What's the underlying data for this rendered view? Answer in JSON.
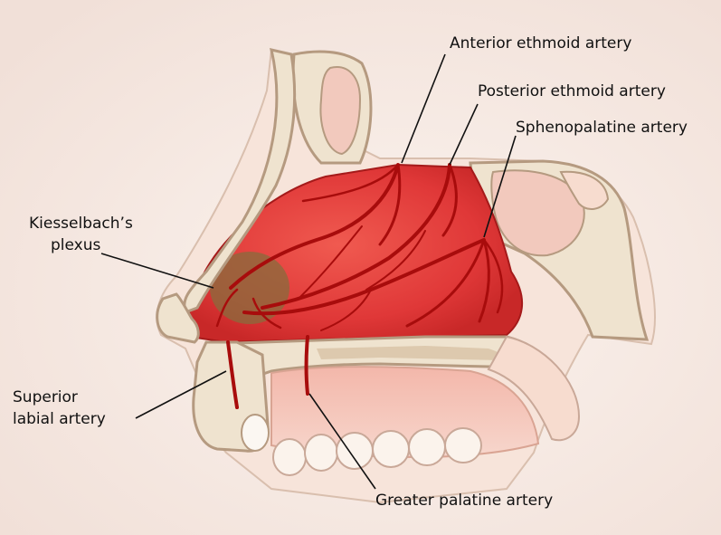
{
  "labels": {
    "anterior_ethmoid": "Anterior ethmoid artery",
    "posterior_ethmoid": "Posterior ethmoid artery",
    "sphenopalatine": "Sphenopalatine artery",
    "kiesselbach_line1": "Kiesselbach’s",
    "kiesselbach_line2": "plexus",
    "superior_labial_line1": "Superior",
    "superior_labial_line2": "labial artery",
    "greater_palatine": "Greater palatine artery"
  },
  "colors": {
    "background": "#f6ece6",
    "mucosa": "#e23a3a",
    "artery": "#b01010",
    "bone": "#efe3cf",
    "plexus": "#8a6a3c"
  }
}
